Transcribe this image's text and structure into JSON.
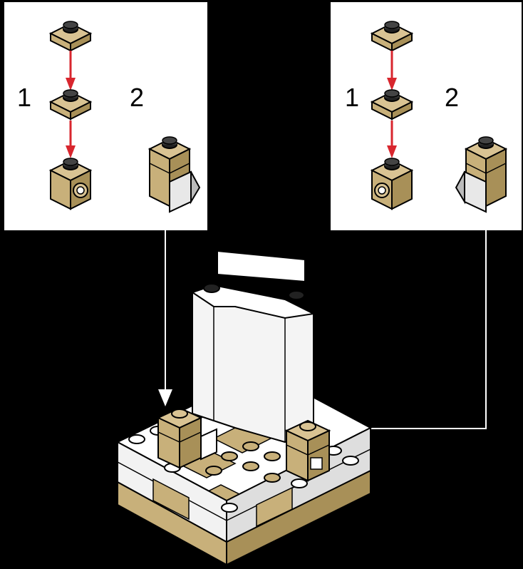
{
  "left_panel": {
    "step1_label": "1",
    "step2_label": "2"
  },
  "right_panel": {
    "step1_label": "1",
    "step2_label": "2"
  },
  "colors": {
    "background": "#000000",
    "panel": "#ffffff",
    "tan_brick": "#c8b07a",
    "tan_dark": "#8a7440",
    "white_brick": "#ffffff",
    "grey_shade": "#d6d6d6",
    "arrow_red": "#d8262e",
    "outline": "#000000"
  },
  "icons": [
    "tan-plate-icon",
    "tan-bracket-brick-icon",
    "tan-wedge-brick-icon",
    "down-arrow-icon",
    "pointer-arrow-icon",
    "model-assembly-icon"
  ]
}
